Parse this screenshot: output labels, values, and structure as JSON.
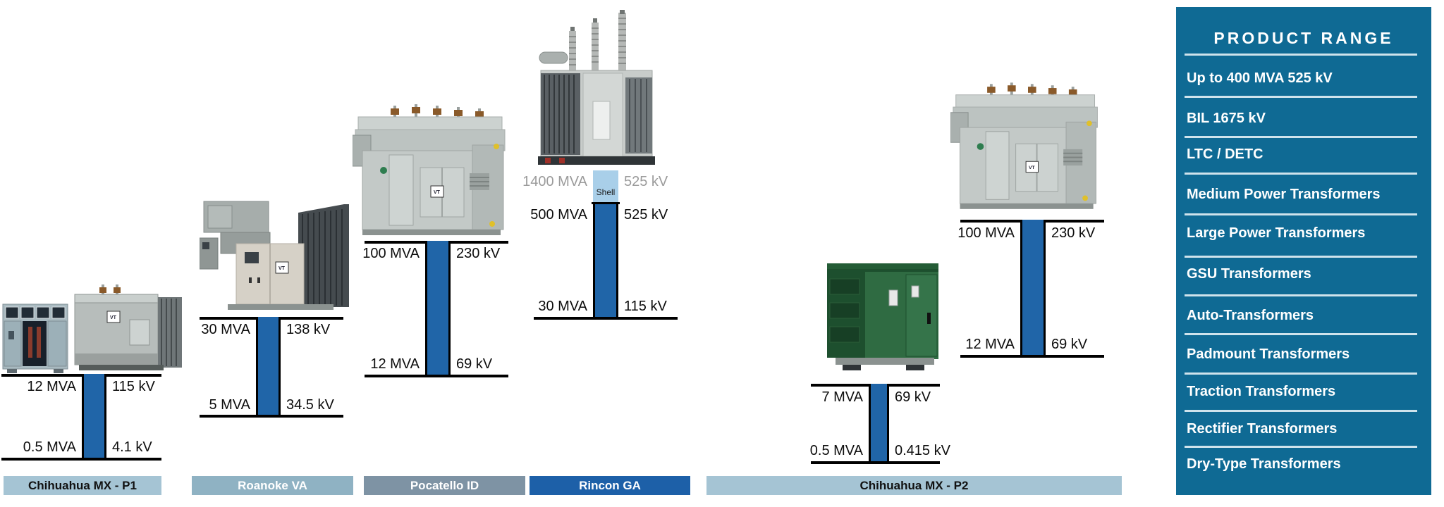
{
  "logos": {
    "vt": "VT"
  },
  "colors": {
    "bar_blue": "#2065a8",
    "shell_light_blue": "#a9cfe9",
    "line_black": "#000000",
    "sidebar_bg": "#0f6a94",
    "sidebar_divider": "#cfe3ec",
    "label_light_blue": "#a5c4d4",
    "label_mid_blue": "#8fb2c3",
    "label_slate": "#7e93a4",
    "label_royal_blue": "#1d60a8",
    "gray_text": "#9b9b9b"
  },
  "stations": [
    {
      "id": "chihuahua-p1",
      "label": "Chihuahua MX - P1",
      "label_bg": "#a5c4d4",
      "label_text_color": "#111111",
      "bar": {
        "top_left": "12 MVA",
        "top_right": "115 kV",
        "bottom_left": "0.5 MVA",
        "bottom_right": "4.1 kV"
      }
    },
    {
      "id": "roanoke",
      "label": "Roanoke VA",
      "label_bg": "#8fb2c3",
      "label_text_color": "#ffffff",
      "bar": {
        "top_left": "30 MVA",
        "top_right": "138 kV",
        "bottom_left": "5 MVA",
        "bottom_right": "34.5 kV"
      }
    },
    {
      "id": "pocatello",
      "label": "Pocatello ID",
      "label_bg": "#7e93a4",
      "label_text_color": "#ffffff",
      "bar": {
        "top_left": "100 MVA",
        "top_right": "230 kV",
        "bottom_left": "12 MVA",
        "bottom_right": "69 kV"
      }
    },
    {
      "id": "rincon",
      "label": "Rincon GA",
      "label_bg": "#1d60a8",
      "label_text_color": "#ffffff",
      "shell": {
        "left": "1400 MVA",
        "right": "525 kV",
        "tag": "Shell"
      },
      "bar": {
        "top_left": "500 MVA",
        "top_right": "525 kV",
        "bottom_left": "30 MVA",
        "bottom_right": "115 kV"
      }
    },
    {
      "id": "chihuahua-p2",
      "label": "Chihuahua MX - P2",
      "label_bg": "#a5c4d4",
      "label_text_color": "#111111",
      "bars": [
        {
          "top_left": "7 MVA",
          "top_right": "69 kV",
          "bottom_left": "0.5 MVA",
          "bottom_right": "0.415 kV"
        },
        {
          "top_left": "100 MVA",
          "top_right": "230 kV",
          "bottom_left": "12 MVA",
          "bottom_right": "69 kV"
        }
      ]
    }
  ],
  "sidebar": {
    "title": "PRODUCT RANGE",
    "items": [
      "Up to 400 MVA 525 kV",
      "BIL 1675 kV",
      "LTC / DETC",
      "Medium Power Transformers",
      "Large Power Transformers",
      "GSU Transformers",
      "Auto-Transformers",
      "Padmount Transformers",
      "Traction Transformers",
      "Rectifier Transformers",
      "Dry-Type Transformers"
    ]
  }
}
